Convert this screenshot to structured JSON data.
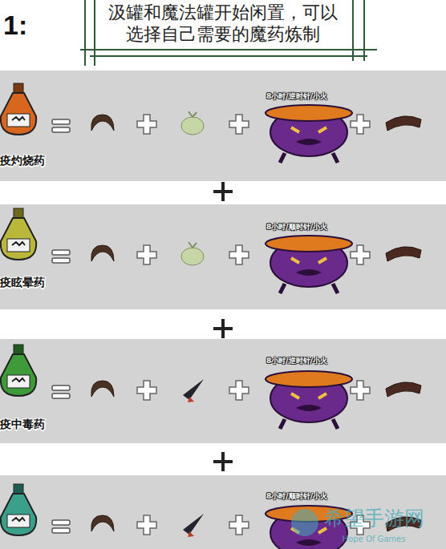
{
  "diagram": {
    "nodes": [
      {
        "text": [
          "汲罐和魔法罐开始闲置，可以选择自己需要的魔药炼制"
        ]
      }
    ],
    "labels": [
      "1:",
      "疫灼烧药",
      "8小时/逆时针/小火",
      "疫眩晕药",
      "8小时/顺时针/小火",
      "疫中毒药",
      "8小时/逆时针/小火",
      "8小时/顺时针/小火",
      "希望手游网",
      "Hope Of Games"
    ]
  }
}
